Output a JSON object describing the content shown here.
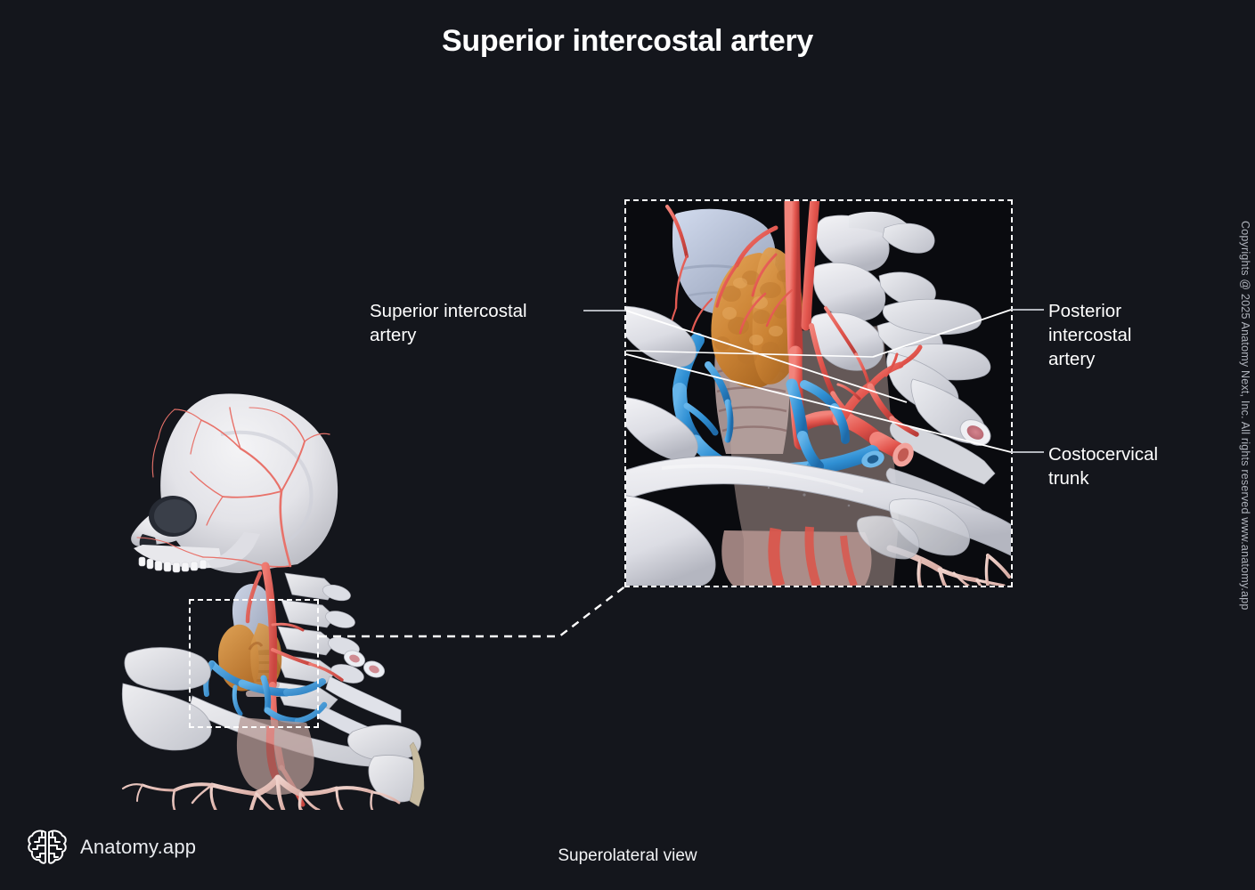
{
  "page": {
    "title": "Superior intercostal artery",
    "view_caption": "Superolateral view",
    "background_color": "#14161c",
    "label_color": "#ffffff",
    "leader_color": "#ffffff"
  },
  "brand": {
    "name": "Anatomy.app",
    "logo_icon": "brain-icon"
  },
  "copyright": {
    "text": "Copyrights @ 2025 Anatomy Next, Inc. All rights reserved www.anatomy.app"
  },
  "labels": [
    {
      "id": "superior-intercostal-artery",
      "text": "Superior intercostal\nartery",
      "side": "left"
    },
    {
      "id": "posterior-intercostal-artery",
      "text": "Posterior\nintercostal\nartery",
      "side": "right"
    },
    {
      "id": "costocervical-trunk",
      "text": "Costocervical\ntrunk",
      "side": "right"
    }
  ],
  "illustration": {
    "type": "3d-anatomy-render",
    "overview": {
      "description": "Superolateral view of skull, cervical spine, thyroid gland, great vessels, clavicle, scapula and bronchial tree",
      "structures": [
        "skull",
        "mandible-teeth",
        "superficial-temporal-artery-branches",
        "common-carotid-artery",
        "cervical-vertebrae",
        "thyroid-gland",
        "larynx",
        "trachea",
        "subclavian-vein",
        "internal-jugular-vein",
        "clavicle",
        "scapula",
        "ribs",
        "bronchial-tree"
      ]
    },
    "magnified": {
      "description": "Close-up of root of neck showing costocervical trunk giving rise to superior intercostal artery and posterior intercostal arteries",
      "structures": [
        "thyroid-gland",
        "larynx",
        "trachea",
        "common-carotid-artery",
        "subclavian-artery",
        "costocervical-trunk",
        "superior-intercostal-artery",
        "posterior-intercostal-artery",
        "subclavian-vein",
        "internal-jugular-vein",
        "brachiocephalic-vein",
        "clavicle",
        "cervical-vertebrae",
        "cut-ribs"
      ]
    },
    "colors": {
      "artery": "#e8655f",
      "vein": "#3f9ede",
      "bone": "#e6e6ea",
      "thyroid": "#d08a3c",
      "cartilage": "#b9c2d6",
      "bronchi": "#e8c5bd",
      "marrow": "#d08a90"
    }
  }
}
